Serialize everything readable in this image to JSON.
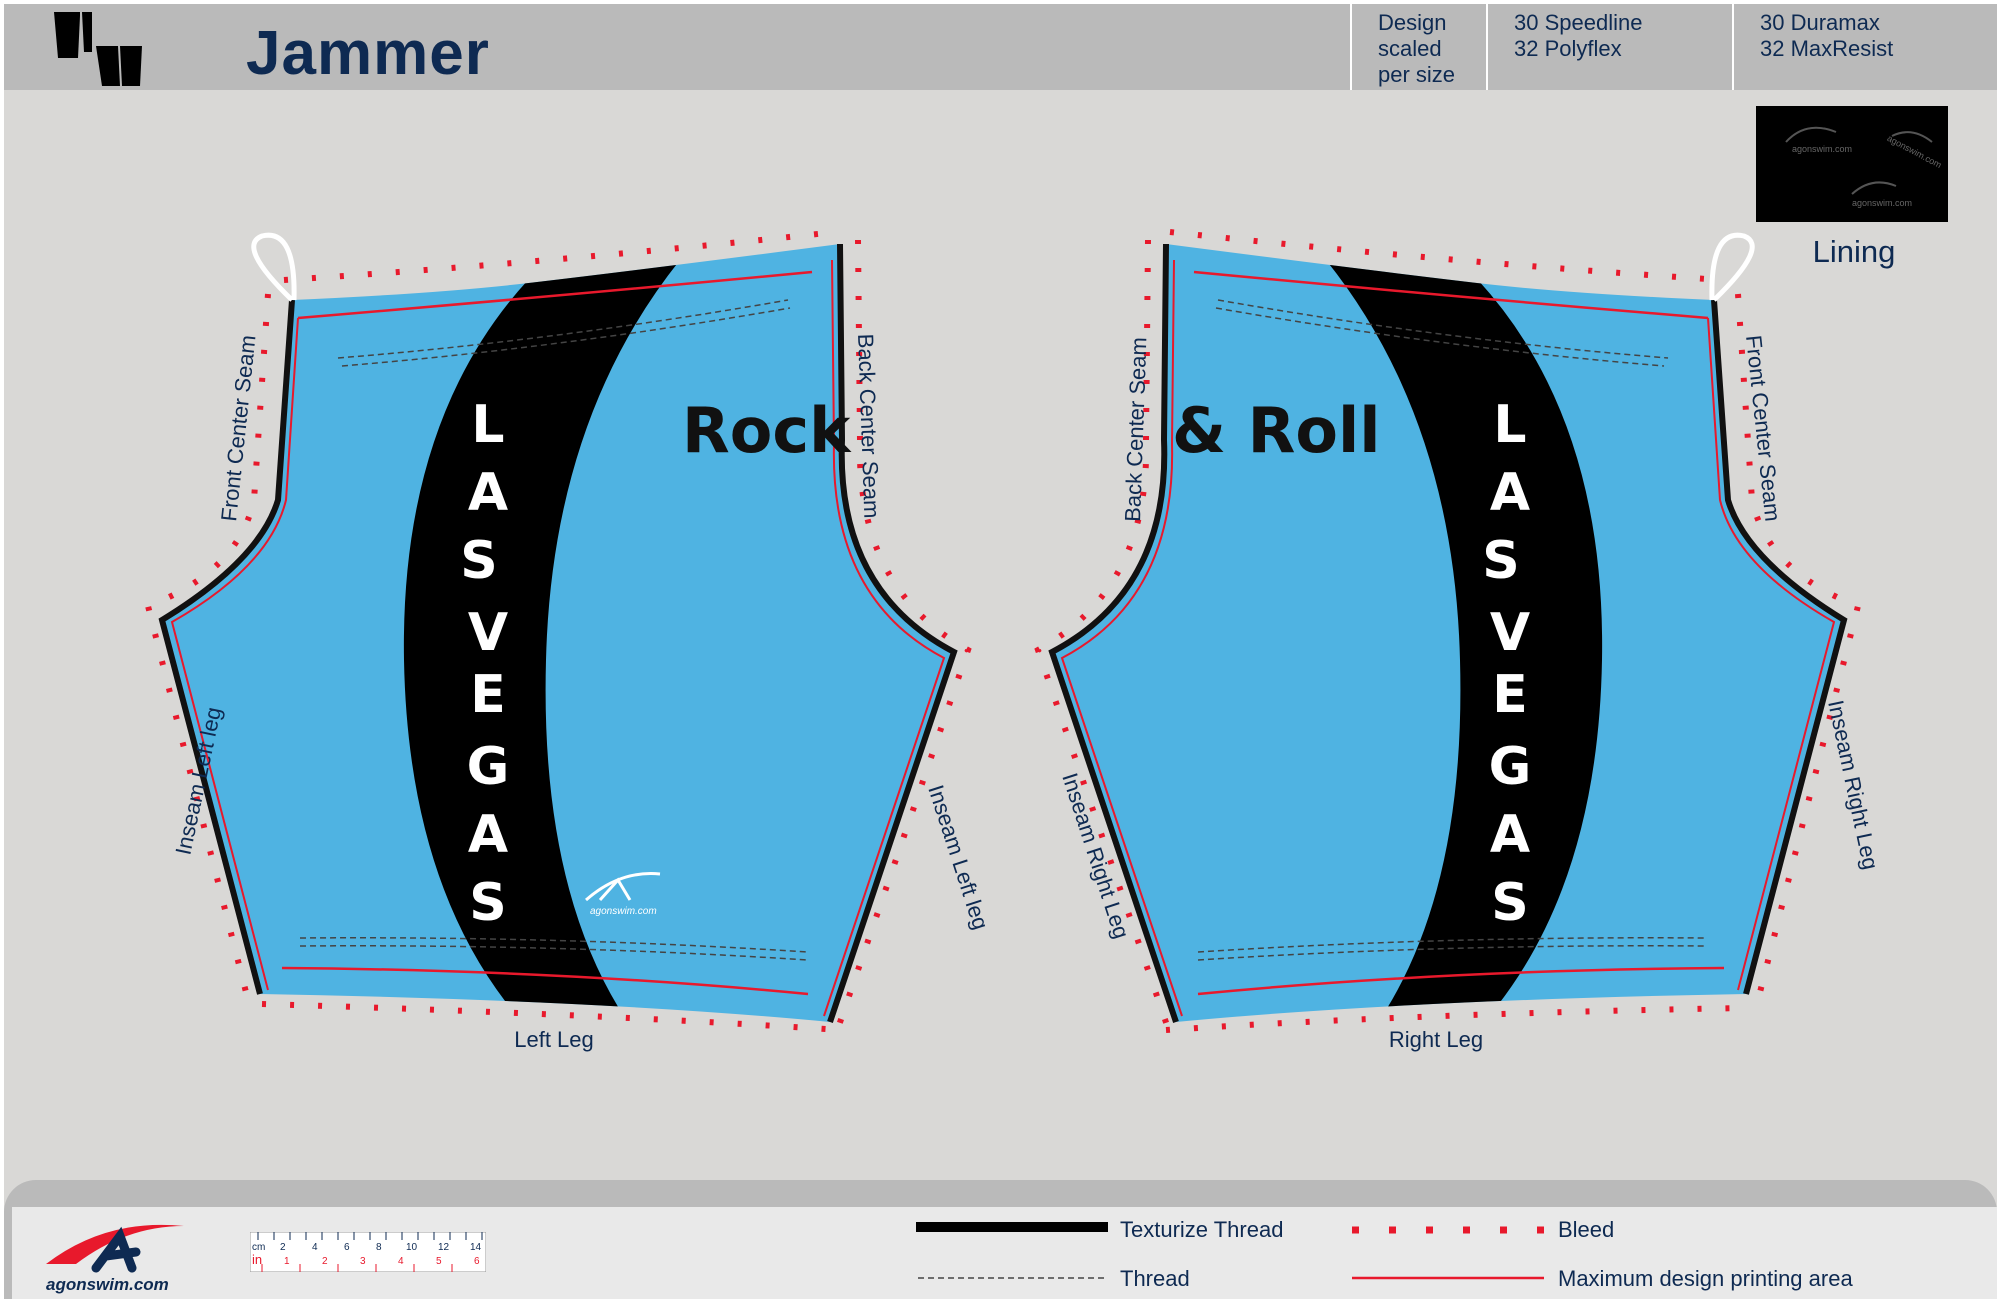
{
  "header": {
    "title": "Jammer",
    "design_note": [
      "Design",
      "scaled",
      "per size"
    ],
    "fabric_group_1": [
      "30 Speedline",
      "32 Polyflex"
    ],
    "fabric_group_2": [
      "30 Duramax",
      "32 MaxResist"
    ],
    "icon": "jammer-shorts-icon"
  },
  "lining": {
    "label": "Lining",
    "watermark": "agonswim.com"
  },
  "left_leg": {
    "name": "Left Leg",
    "seams": {
      "front": "Front Center Seam",
      "back": "Back Center Seam",
      "inseam_outer": "Inseam Left leg",
      "inseam_inner": "Inseam Left leg"
    },
    "text_rock": "Rock",
    "text_lv": "LAS VEGAS",
    "logo": "agonswim.com"
  },
  "right_leg": {
    "name": "Right Leg",
    "seams": {
      "back": "Back Center Seam",
      "front": "Front Center Seam",
      "inseam_inner": "Inseam Right Leg",
      "inseam_outer": "Inseam Right Leg"
    },
    "text_roll": "& Roll",
    "text_lv": "LAS VEGAS"
  },
  "colors": {
    "fabric": "#4fb3e2",
    "stripe": "#000000",
    "print_area": "#e8192c",
    "bleed": "#e8192c",
    "title": "#0e2a52"
  },
  "footer": {
    "brand": "agonswim.com",
    "ruler": {
      "cm_label": "cm",
      "in_label": "in",
      "cm_marks": [
        "2",
        "4",
        "6",
        "8",
        "10",
        "12",
        "14"
      ],
      "in_marks": [
        "1",
        "2",
        "3",
        "4",
        "5",
        "6"
      ]
    },
    "legend": {
      "texturize": "Texturize Thread",
      "thread": "Thread",
      "bleed": "Bleed",
      "max_area": "Maximum design printing area"
    }
  }
}
